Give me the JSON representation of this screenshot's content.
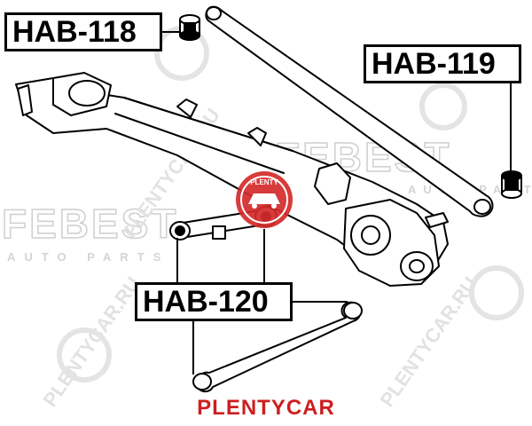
{
  "labels": {
    "hab118": "HAB-118",
    "hab119": "HAB-119",
    "hab120": "HAB-120"
  },
  "watermark": {
    "brand": "FEBEST",
    "sub": "AUTO PARTS",
    "site": "PLENTYCAR.RU",
    "badge": "PLENTY"
  },
  "footer": {
    "brand": "PLENTYCAR"
  },
  "colors": {
    "line": "#000000",
    "watermark": "#d0d0d0",
    "accent": "#cc1f1f"
  }
}
